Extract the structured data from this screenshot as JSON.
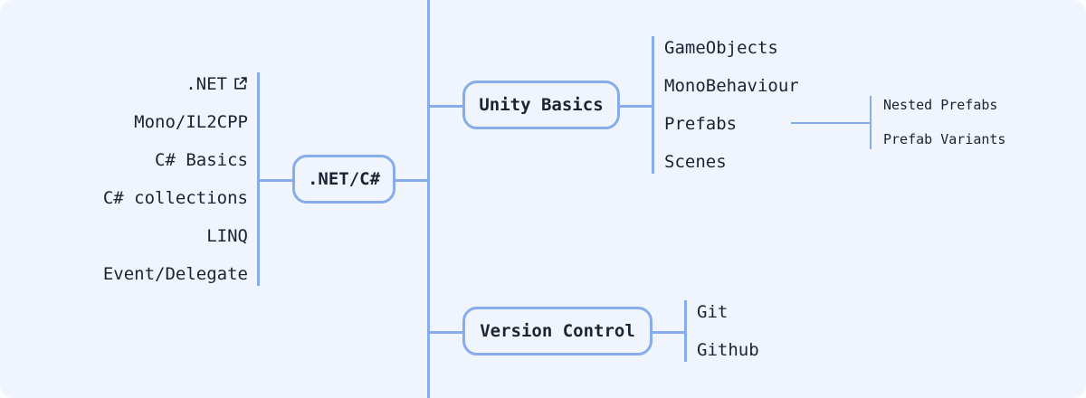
{
  "root_nodes": {
    "dotnet": ".NET/C#",
    "unity_basics": "Unity Basics",
    "version_control": "Version Control"
  },
  "dotnet_items": [
    ".NET",
    "Mono/IL2CPP",
    "C# Basics",
    "C# collections",
    "LINQ",
    "Event/Delegate"
  ],
  "unity_items": [
    "GameObjects",
    "MonoBehaviour",
    "Prefabs",
    "Scenes"
  ],
  "prefab_items": [
    "Nested Prefabs",
    "Prefab Variants"
  ],
  "vc_items": [
    "Git",
    "Github"
  ],
  "icons": {
    "dotnet_link": "external-link-icon"
  },
  "colors": {
    "connector": "#86acec",
    "background": "#f0f5fd",
    "text": "#1c2230"
  }
}
